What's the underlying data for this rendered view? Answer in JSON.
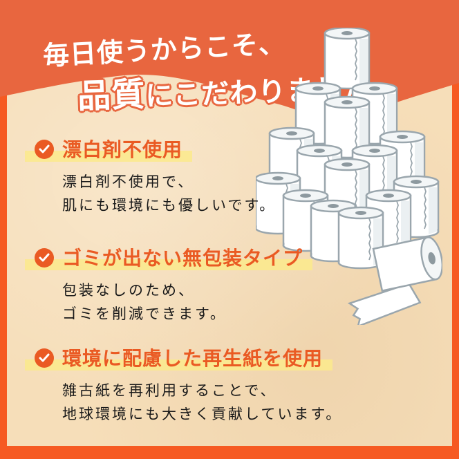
{
  "colors": {
    "accent": "#ea5a23",
    "border": "#f65a22",
    "header_bg": "#e8663f",
    "paper_bg": "#f6deb9",
    "highlight": "#fbe98e",
    "body_text": "#1a1a1a",
    "title_text": "#ffffff"
  },
  "header": {
    "line1": "毎日使うからこそ、",
    "line2_big": "品質",
    "line2_rest": "にこだわりました"
  },
  "features": [
    {
      "icon": "check-circle-icon",
      "title": "漂白剤不使用",
      "desc_lines": [
        "漂白剤不使用で、",
        "肌にも環境にも優しいです。"
      ]
    },
    {
      "icon": "check-circle-icon",
      "title": "ゴミが出ない無包装タイプ",
      "desc_lines": [
        "包装なしのため、",
        "ゴミを削減できます。"
      ]
    },
    {
      "icon": "check-circle-icon",
      "title": "環境に配慮した再生紙を使用",
      "desc_lines": [
        "雑古紙を再利用することで、",
        "地球環境にも大きく貢献しています。"
      ]
    }
  ],
  "illustration": {
    "icon": "toilet-paper-rolls-icon"
  }
}
